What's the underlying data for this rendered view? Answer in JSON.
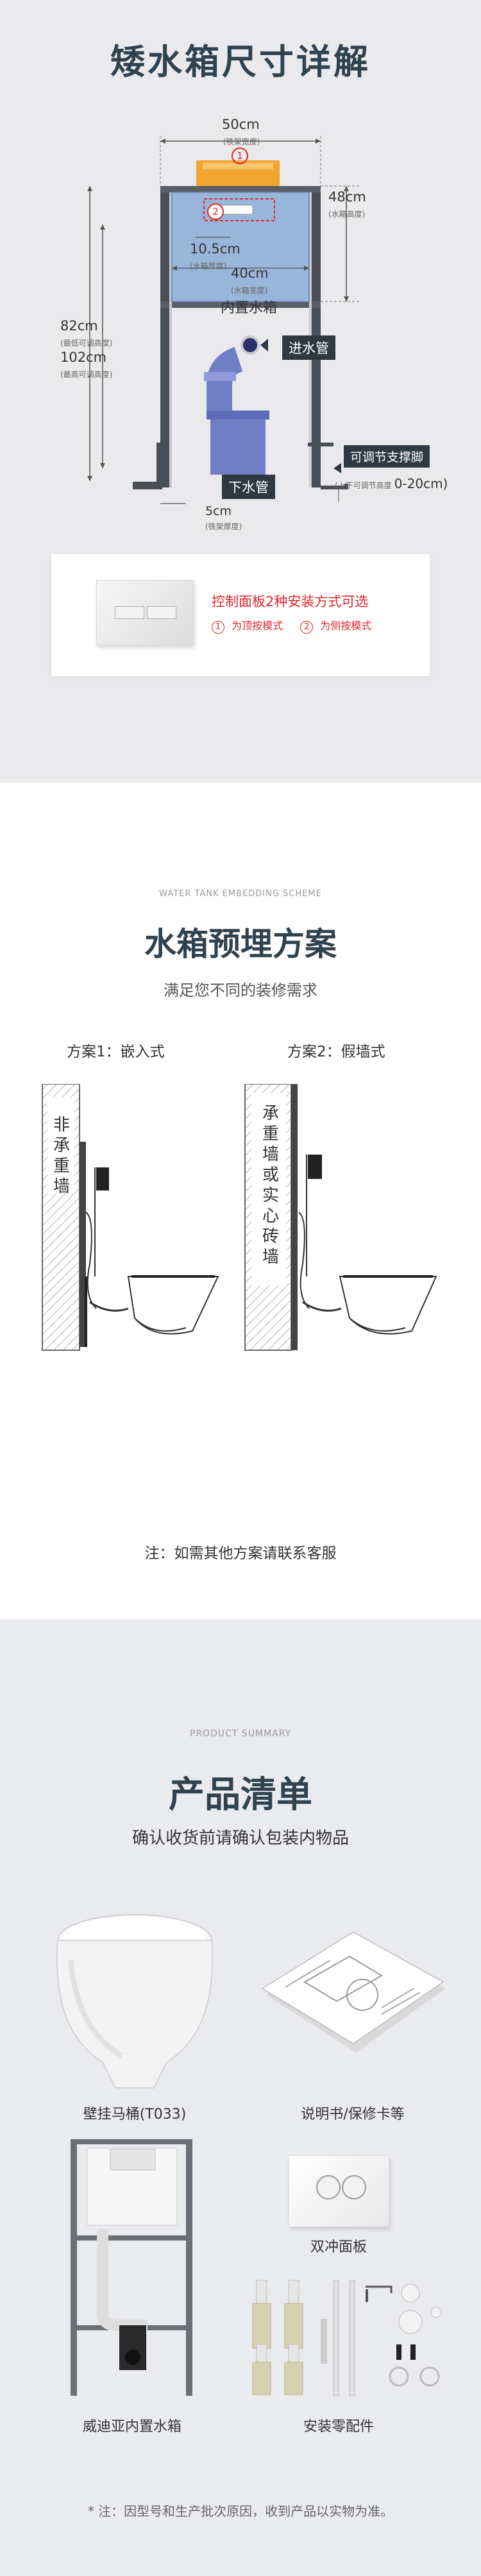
{
  "section1": {
    "title": "矮水箱尺寸详解",
    "width_value": "50cm",
    "width_sub": "(铁架宽度)",
    "h48_value": "48cm",
    "h48_sub": "(水箱高度)",
    "h105_value": "10.5cm",
    "h105_sub": "(水箱厚度)",
    "w40_value": "40cm",
    "w40_sub": "(水箱宽度)",
    "inner_tank": "内置水箱",
    "h82_value": "82cm",
    "h82_sub": "(最低可调高度)",
    "h102_value": "102cm",
    "h102_sub": "(最高可调高度)",
    "inlet_label": "进水管",
    "outlet_label": "下水管",
    "foot_label": "可调节支撑脚",
    "foot_sub": "(上下可调节高度",
    "foot_range": "0-20cm)",
    "depth_value": "5cm",
    "depth_sub": "(铁架厚度)",
    "marker1": "1",
    "marker2": "2",
    "panel_title": "控制面板2种安装方式可选",
    "opt1_num": "1",
    "opt1_label": "为顶按模式",
    "opt2_num": "2",
    "opt2_label": "为侧按模式"
  },
  "section2": {
    "eyebrow": "WATER TANK EMBEDDING SCHEME",
    "title": "水箱预埋方案",
    "subtitle": "满足您不同的装修需求",
    "plan1": "方案1：嵌入式",
    "plan2": "方案2：假墙式",
    "wall1": [
      "非",
      "承",
      "重",
      "墙"
    ],
    "wall2": [
      "承",
      "重",
      "墙",
      "或",
      "实",
      "心",
      "砖",
      "墙"
    ],
    "note": "注：如需其他方案请联系客服"
  },
  "section3": {
    "eyebrow": "PRODUCT SUMMARY",
    "title": "产品清单",
    "subtitle": "确认收货前请确认包装内物品",
    "items": {
      "toilet": "壁挂马桶(T033)",
      "manual": "说明书/保修卡等",
      "panel": "双冲面板",
      "tank": "威迪亚内置水箱",
      "parts": "安装零配件"
    },
    "footnote": "* 注：因型号和生产批次原因，收到产品以实物为准。"
  },
  "colors": {
    "title": "#2f4250",
    "accent_red": "#e0262a",
    "dark_tag": "#2f3a40",
    "frame": "#4a4f55",
    "tank_blue": "#8fb0d8",
    "pipe_blue": "#6f7fc6",
    "box_orange": "#f2a530"
  }
}
